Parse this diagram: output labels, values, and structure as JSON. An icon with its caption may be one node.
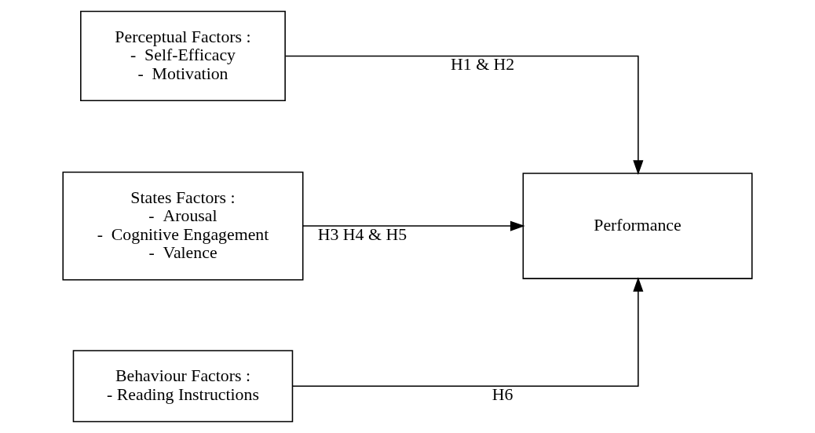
{
  "diagram": {
    "nodes": [
      {
        "text": [
          "Perceptual Factors :",
          "-  Self-Efficacy",
          "-  Motivation"
        ]
      },
      {
        "text": [
          "States Factors :",
          "-  Arousal",
          "-  Cognitive Engagement",
          "-  Valence"
        ]
      },
      {
        "text": [
          "Behaviour Factors :",
          "- Reading Instructions"
        ]
      },
      {
        "text": [
          "Performance"
        ]
      }
    ],
    "edges": [
      {
        "from": 0,
        "to": 3,
        "arrow": "to",
        "label": "H1 & H2"
      },
      {
        "from": 1,
        "to": 3,
        "arrow": "to",
        "label": "H3 H4 & H5"
      },
      {
        "from": 2,
        "to": 3,
        "arrow": "to",
        "label": "H6"
      }
    ]
  }
}
